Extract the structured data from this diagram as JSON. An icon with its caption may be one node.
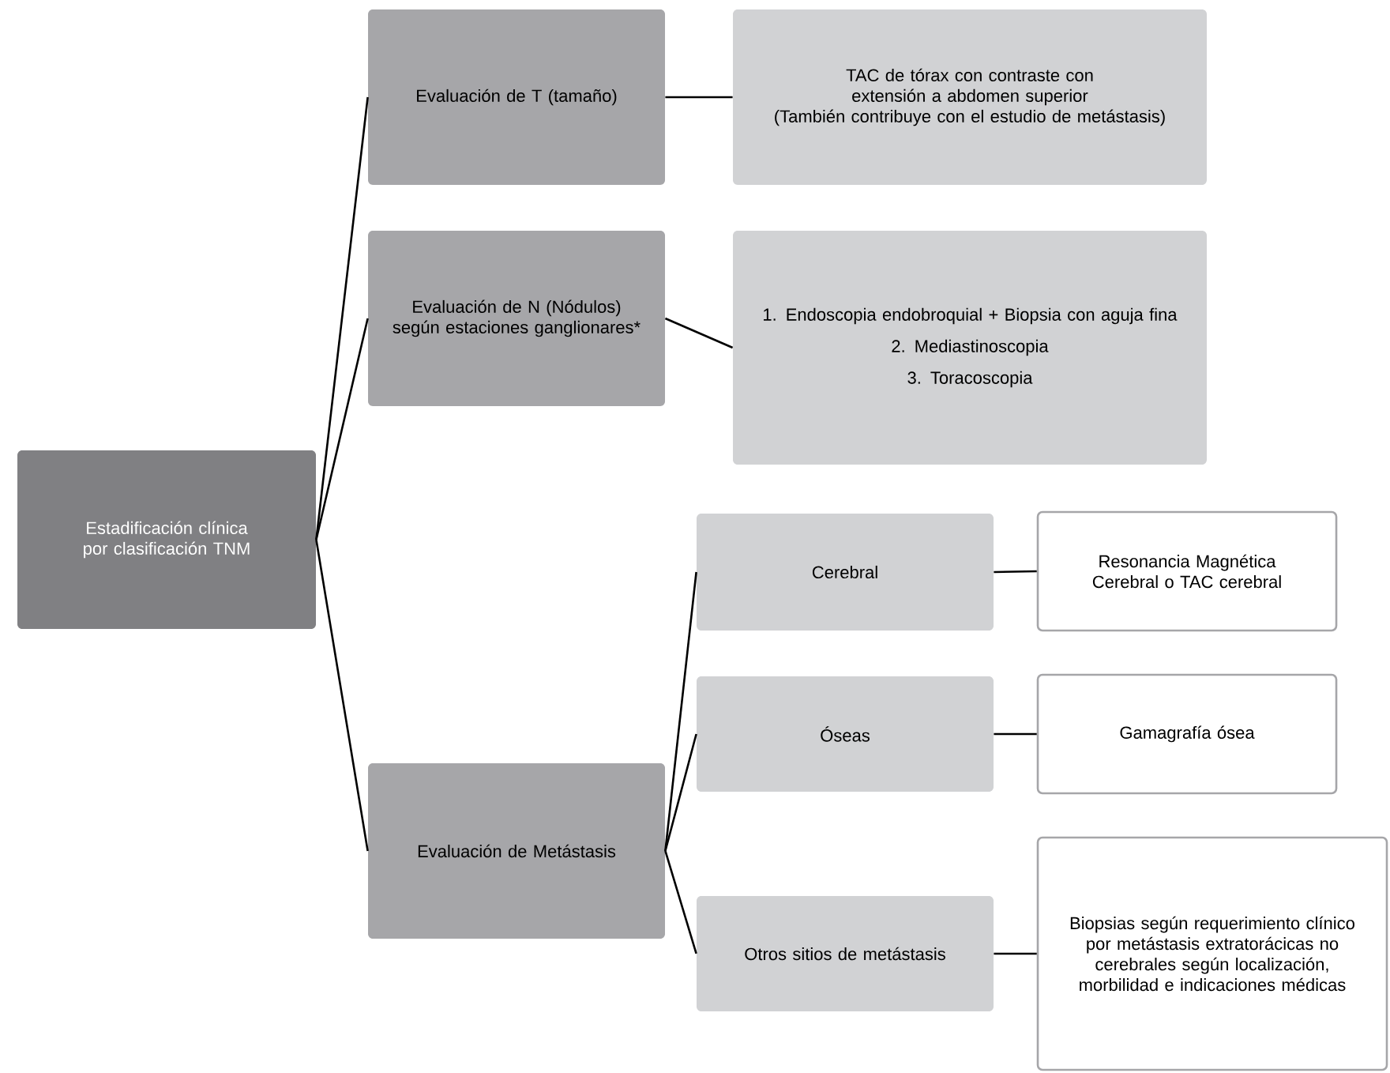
{
  "diagram": {
    "nodes": [
      {
        "text": [
          "Estadificación clínica por clasificación TNM"
        ]
      },
      {
        "text": [
          "Evaluación de T (tamaño)"
        ]
      },
      {
        "text": [
          "TAC de tórax con contraste con extensión a abdomen superior",
          "(También contribuye con el estudio de metástasis)"
        ]
      },
      {
        "text": [
          "Evaluación de N (Nódulos) según estaciones ganglionares*"
        ]
      },
      {
        "text": [
          "1. Endoscopia endobroquial + Biopsia con aguja fina",
          "2. Mediastinoscopia",
          "3. Toracoscopia"
        ]
      },
      {
        "text": [
          "Evaluación de Metástasis"
        ]
      },
      {
        "text": [
          "Cerebral"
        ]
      },
      {
        "text": [
          "Resonancia Magnética Cerebral o TAC cerebral"
        ]
      },
      {
        "text": [
          "Óseas"
        ]
      },
      {
        "text": [
          "Gamagrafía ósea"
        ]
      },
      {
        "text": [
          "Otros sitios de metástasis"
        ]
      },
      {
        "text": [
          "Biopsias según requerimiento clínico por metástasis extratorácicas no cerebrales según localización, morbilidad e indicaciones médicas"
        ]
      }
    ],
    "edges": [
      {
        "from": 0,
        "to": 1,
        "arrow": "none"
      },
      {
        "from": 0,
        "to": 3,
        "arrow": "none"
      },
      {
        "from": 0,
        "to": 5,
        "arrow": "none"
      },
      {
        "from": 1,
        "to": 2,
        "arrow": "none"
      },
      {
        "from": 3,
        "to": 4,
        "arrow": "none"
      },
      {
        "from": 5,
        "to": 6,
        "arrow": "none"
      },
      {
        "from": 5,
        "to": 8,
        "arrow": "none"
      },
      {
        "from": 5,
        "to": 10,
        "arrow": "none"
      },
      {
        "from": 6,
        "to": 7,
        "arrow": "none"
      },
      {
        "from": 8,
        "to": 9,
        "arrow": "none"
      },
      {
        "from": 10,
        "to": 11,
        "arrow": "none"
      }
    ]
  }
}
